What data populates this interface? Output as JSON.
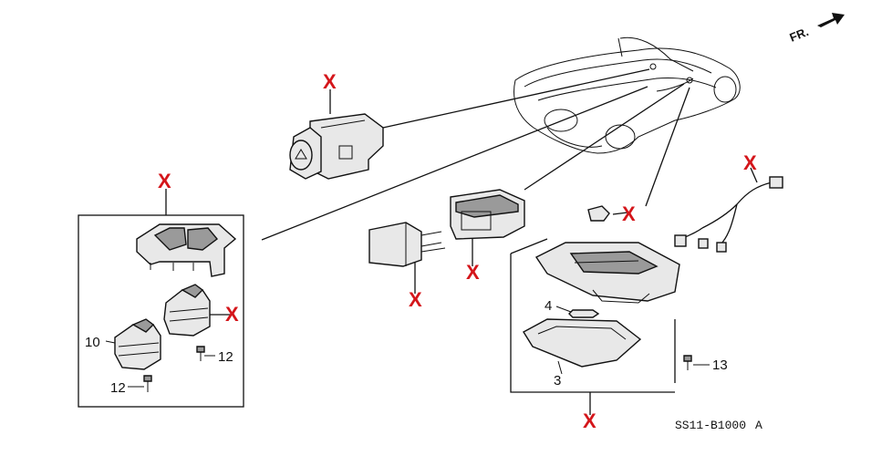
{
  "direction_label": "FR.",
  "callouts": {
    "part_10": "10",
    "part_12_upper": "12",
    "part_12_lower": "12",
    "part_4": "4",
    "part_3": "3",
    "part_13": "13"
  },
  "removed_mark": "X",
  "drawing_code": "SS11-B1000",
  "drawing_rev": "A",
  "mark_color": "#d4161b"
}
